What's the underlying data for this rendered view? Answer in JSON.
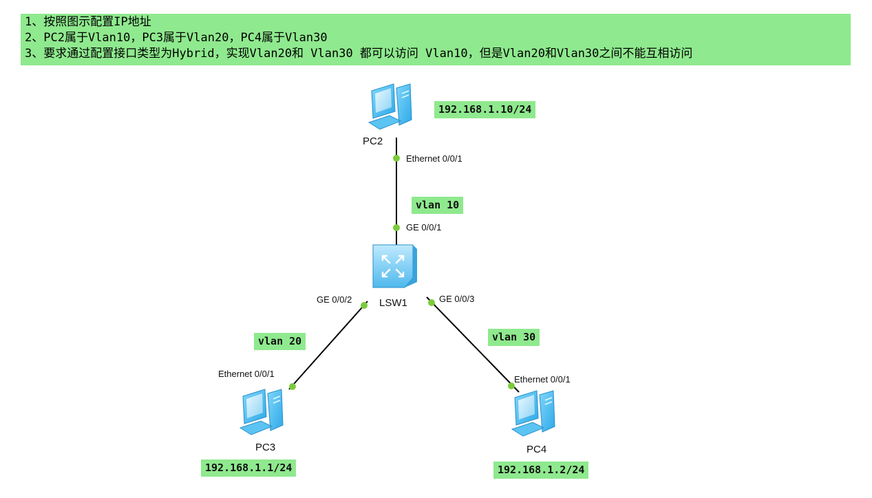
{
  "notes": [
    "1、按照图示配置IP地址",
    "2、PC2属于Vlan10，PC3属于Vlan20，PC4属于Vlan30",
    "3、要求通过配置接口类型为Hybrid，实现Vlan20和 Vlan30 都可以访问 Vlan10，但是Vlan20和Vlan30之间不能互相访问"
  ],
  "devices": {
    "pc2": {
      "name": "PC2",
      "ip": "192.168.1.10/24",
      "port": "Ethernet 0/0/1"
    },
    "pc3": {
      "name": "PC3",
      "ip": "192.168.1.1/24",
      "port": "Ethernet 0/0/1"
    },
    "pc4": {
      "name": "PC4",
      "ip": "192.168.1.2/24",
      "port": "Ethernet 0/0/1"
    },
    "lsw1": {
      "name": "LSW1",
      "port_to_pc2": "GE 0/0/1",
      "port_to_pc3": "GE 0/0/2",
      "port_to_pc4": "GE 0/0/3"
    }
  },
  "vlans": {
    "pc2_link": "vlan 10",
    "pc3_link": "vlan 20",
    "pc4_link": "vlan 30"
  },
  "colors": {
    "highlight": "#8fe98e",
    "port_dot": "#7ccb3c",
    "link": "#000000",
    "device": "#5fc8f5"
  }
}
